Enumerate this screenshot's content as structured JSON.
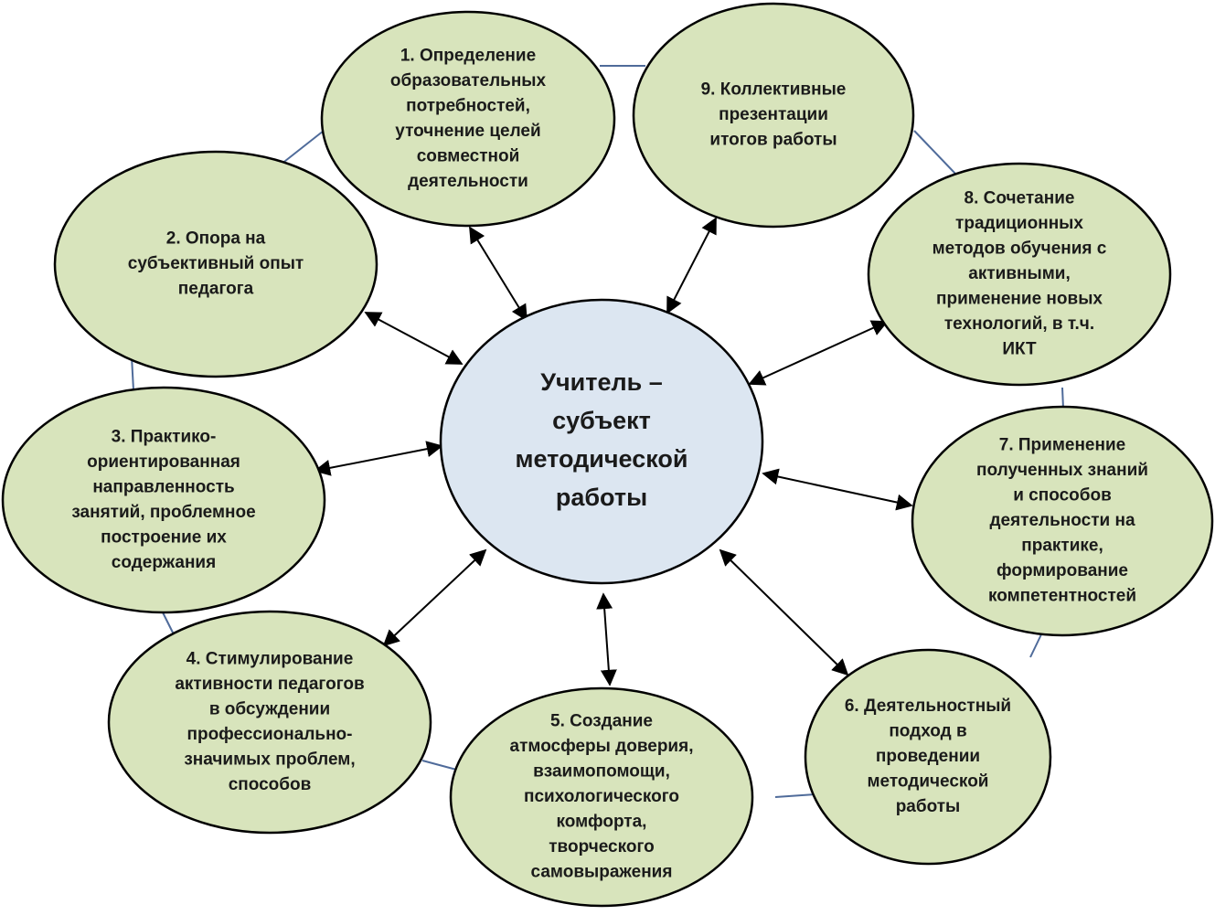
{
  "center": {
    "lines": [
      "Учитель –",
      "субъект",
      "методической",
      "работы"
    ]
  },
  "nodes": [
    {
      "id": "n1",
      "lines": [
        "1. Определение",
        "образовательных",
        "потребностей,",
        "уточнение целей",
        "совместной",
        "деятельности"
      ]
    },
    {
      "id": "n2",
      "lines": [
        "2. Опора на",
        "субъективный опыт",
        "педагога"
      ]
    },
    {
      "id": "n3",
      "lines": [
        "3. Практико-",
        "ориентированная",
        "направленность",
        "занятий, проблемное",
        "построение их",
        "содержания"
      ]
    },
    {
      "id": "n4",
      "lines": [
        "4. Стимулирование",
        "активности педагогов",
        "в обсуждении",
        "профессионально-",
        "значимых проблем,",
        "способов"
      ]
    },
    {
      "id": "n5",
      "lines": [
        "5. Создание",
        "атмосферы доверия,",
        "взаимопомощи,",
        "психологического",
        "комфорта,",
        "творческого",
        "самовыражения"
      ]
    },
    {
      "id": "n6",
      "lines": [
        "6. Деятельностный",
        "подход в",
        "проведении",
        "методической",
        "работы"
      ]
    },
    {
      "id": "n7",
      "lines": [
        "7. Применение",
        "полученных знаний",
        "и способов",
        "деятельности на",
        "практике,",
        "формирование",
        "компетентностей"
      ]
    },
    {
      "id": "n8",
      "lines": [
        "8. Сочетание",
        "традиционных",
        "методов обучения с",
        "активными,",
        "применение новых",
        "технологий, в т.ч.",
        "ИКТ"
      ]
    },
    {
      "id": "n9",
      "lines": [
        "9. Коллективные",
        "презентации",
        "итогов работы"
      ]
    }
  ],
  "colors": {
    "node_fill": "#d8e4bc",
    "center_fill": "#dce6f1",
    "outline": "#000000",
    "ring_line": "#4f6b9a"
  }
}
